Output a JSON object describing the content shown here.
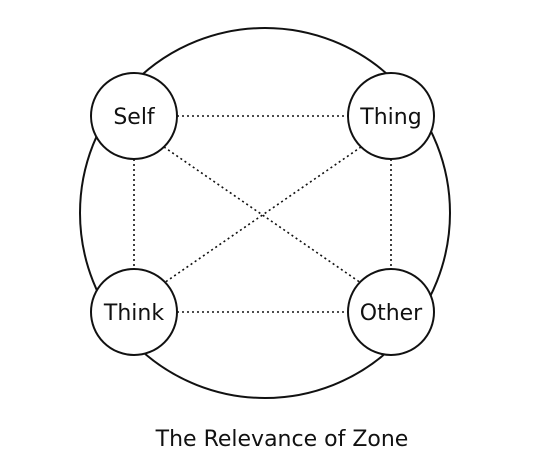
{
  "diagram": {
    "caption": "The Relevance of Zone",
    "nodes": {
      "self": "Self",
      "thing": "Thing",
      "think": "Think",
      "other": "Other"
    },
    "colors": {
      "stroke": "#111111",
      "background": "#ffffff"
    }
  }
}
